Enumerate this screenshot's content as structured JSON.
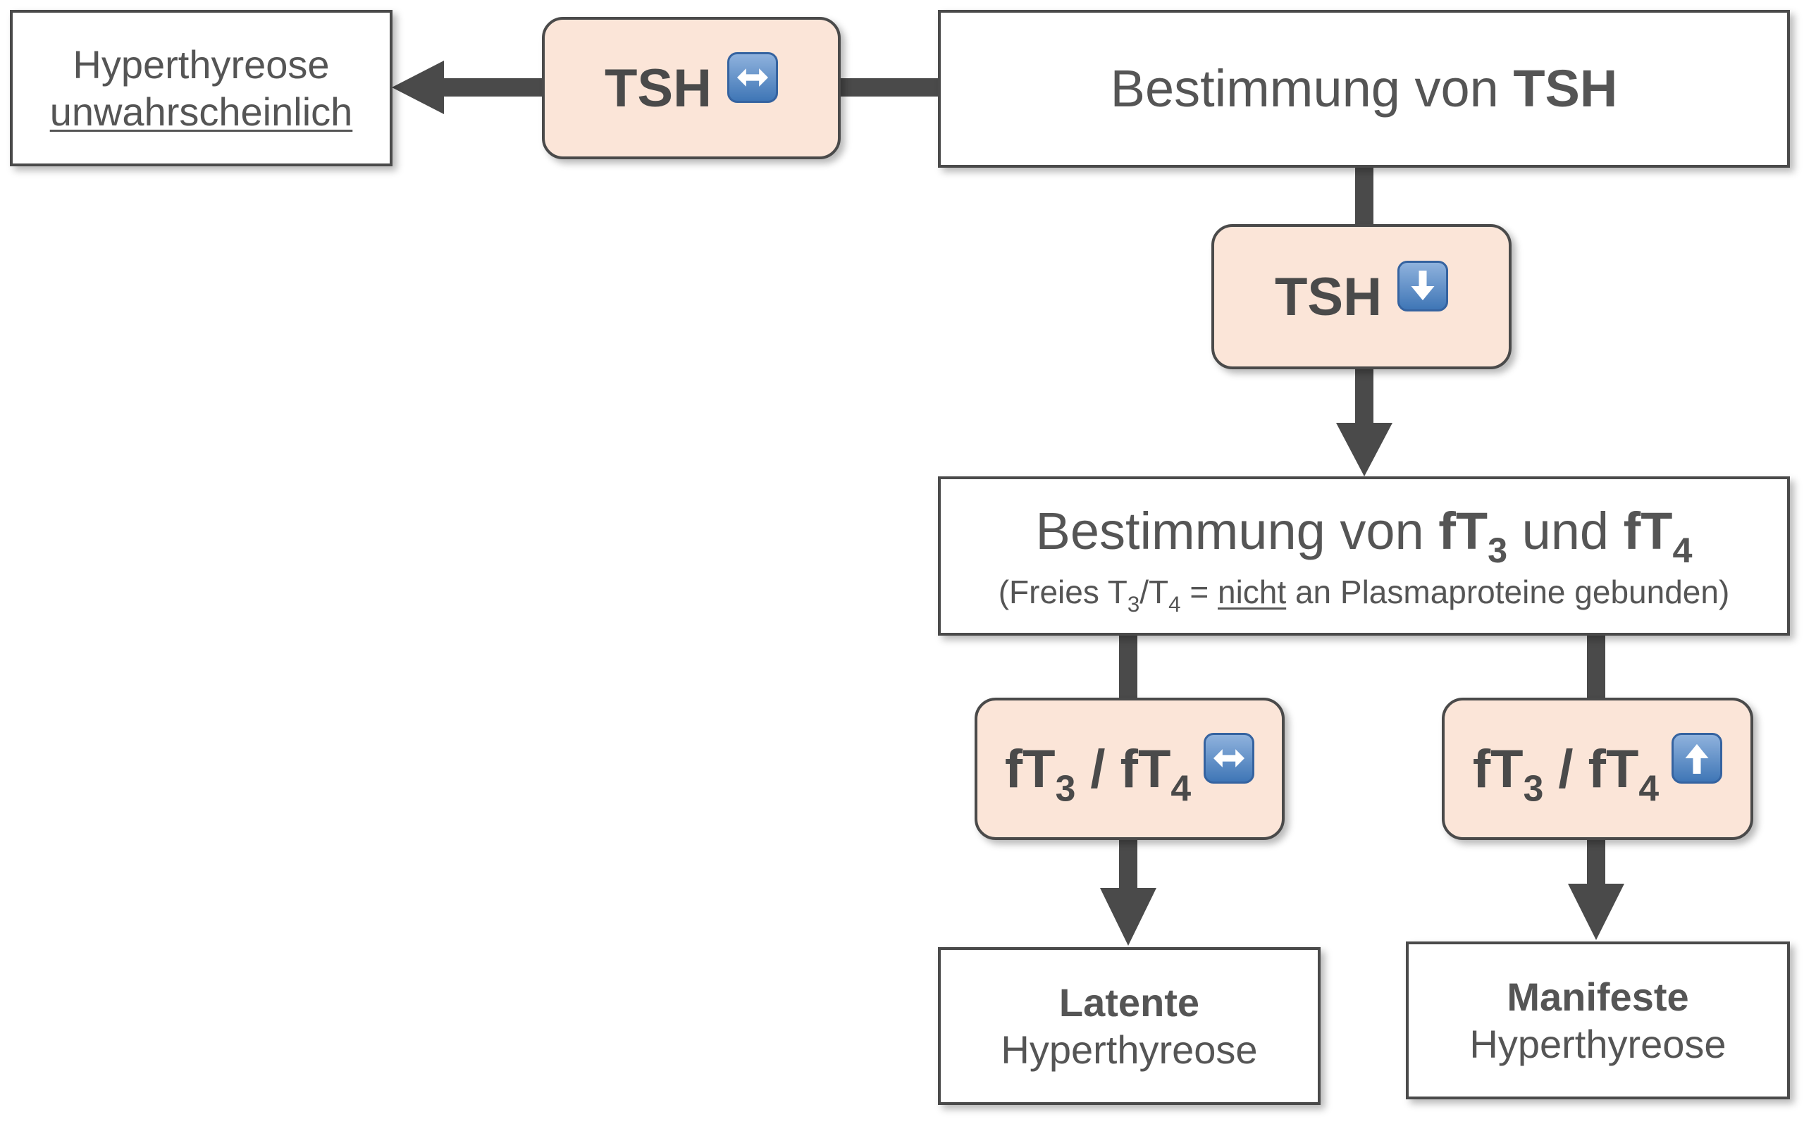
{
  "diagram": {
    "top_left_box": {
      "line1": "Hyperthyreose",
      "line2": "unwahrscheinlich"
    },
    "tsh_normal_node": {
      "label": "TSH",
      "icon": "left-right-arrow-icon"
    },
    "tsh_measure_box": {
      "prefix": "Bestimmung von ",
      "bold": "TSH"
    },
    "tsh_low_node": {
      "label": "TSH",
      "icon": "down-arrow-icon"
    },
    "ft_measure_box": {
      "prefix": "Bestimmung von ",
      "ft3_main": "fT",
      "ft3_sub": "3",
      "mid": " und ",
      "ft4_main": "fT",
      "ft4_sub": "4",
      "note_open": "(Freies T",
      "note_sub1": "3",
      "note_slash": "/T",
      "note_sub2": "4",
      "note_eq": " = ",
      "note_underlined": "nicht",
      "note_rest": " an Plasmaproteine gebunden)"
    },
    "ft_normal_node": {
      "a_main": "fT",
      "a_sub": "3",
      "sep": " / ",
      "b_main": "fT",
      "b_sub": "4",
      "icon": "left-right-arrow-icon"
    },
    "ft_high_node": {
      "a_main": "fT",
      "a_sub": "3",
      "sep": " / ",
      "b_main": "fT",
      "b_sub": "4",
      "icon": "up-arrow-icon"
    },
    "latent_box": {
      "bold": "Latente",
      "normal": "Hyperthyreose"
    },
    "manifest_box": {
      "bold": "Manifeste",
      "normal": "Hyperthyreose"
    },
    "colors": {
      "node_fill": "#fbe5d8",
      "stroke": "#4a4a4a",
      "icon_blue": "#3f76b6"
    }
  }
}
